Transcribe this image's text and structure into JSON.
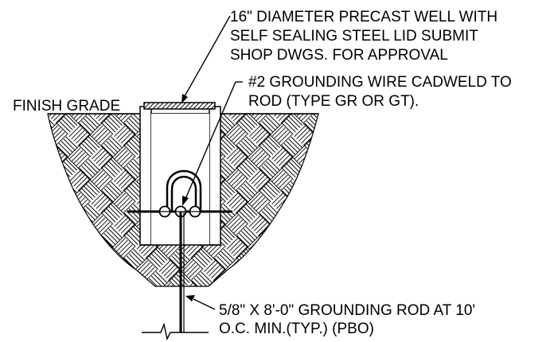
{
  "labels": {
    "precast_well": {
      "line1": "16\" DIAMETER PRECAST WELL WITH",
      "line2": "SELF SEALING STEEL LID SUBMIT",
      "line3": "SHOP DWGS. FOR  APPROVAL"
    },
    "grounding_wire": {
      "line1": "#2 GROUNDING WIRE CADWELD TO",
      "line2": "ROD (TYPE GR OR GT)."
    },
    "finish_grade": "FINISH GRADE",
    "grounding_rod": {
      "line1": "5/8\" X 8'-0\" GROUNDING ROD AT 10'",
      "line2": "O.C. MIN.(TYP.) (PBO)"
    }
  },
  "colors": {
    "line": "#000000",
    "background": "#ffffff"
  }
}
